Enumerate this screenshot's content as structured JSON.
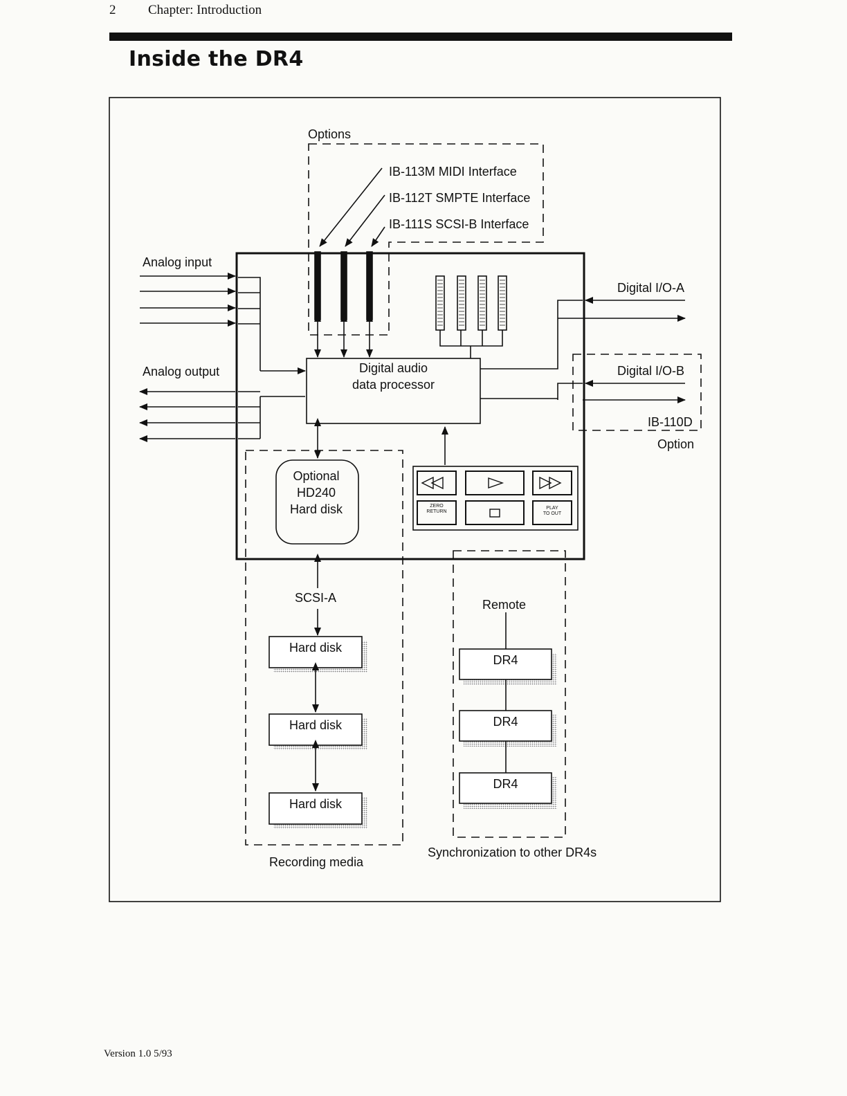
{
  "header": {
    "page_number": "2",
    "chapter": "Chapter:  Introduction"
  },
  "title": "Inside the DR4",
  "diagram": {
    "options_label": "Options",
    "option_cards": [
      "IB-113M MIDI Interface",
      "IB-112T SMPTE Interface",
      "IB-111S SCSI-B Interface"
    ],
    "analog_input": "Analog input",
    "analog_output": "Analog output",
    "digital_io_a": "Digital I/O-A",
    "digital_io_b": "Digital I/O-B",
    "ib110d": "IB-110D",
    "option": "Option",
    "processor_line1": "Digital audio",
    "processor_line2": "data processor",
    "optional_disk": [
      "Optional",
      "HD240",
      "Hard disk"
    ],
    "scsi_a": "SCSI-A",
    "hard_disk": "Hard disk",
    "recording_media": "Recording media",
    "remote": "Remote",
    "dr4": "DR4",
    "sync_label": "Synchronization to other DR4s",
    "transport": {
      "zero_return_1": "ZERO",
      "zero_return_2": "RETURN",
      "play_to_out_1": "PLAY",
      "play_to_out_2": "TO OUT"
    }
  },
  "footer": "Version 1.0 5/93"
}
